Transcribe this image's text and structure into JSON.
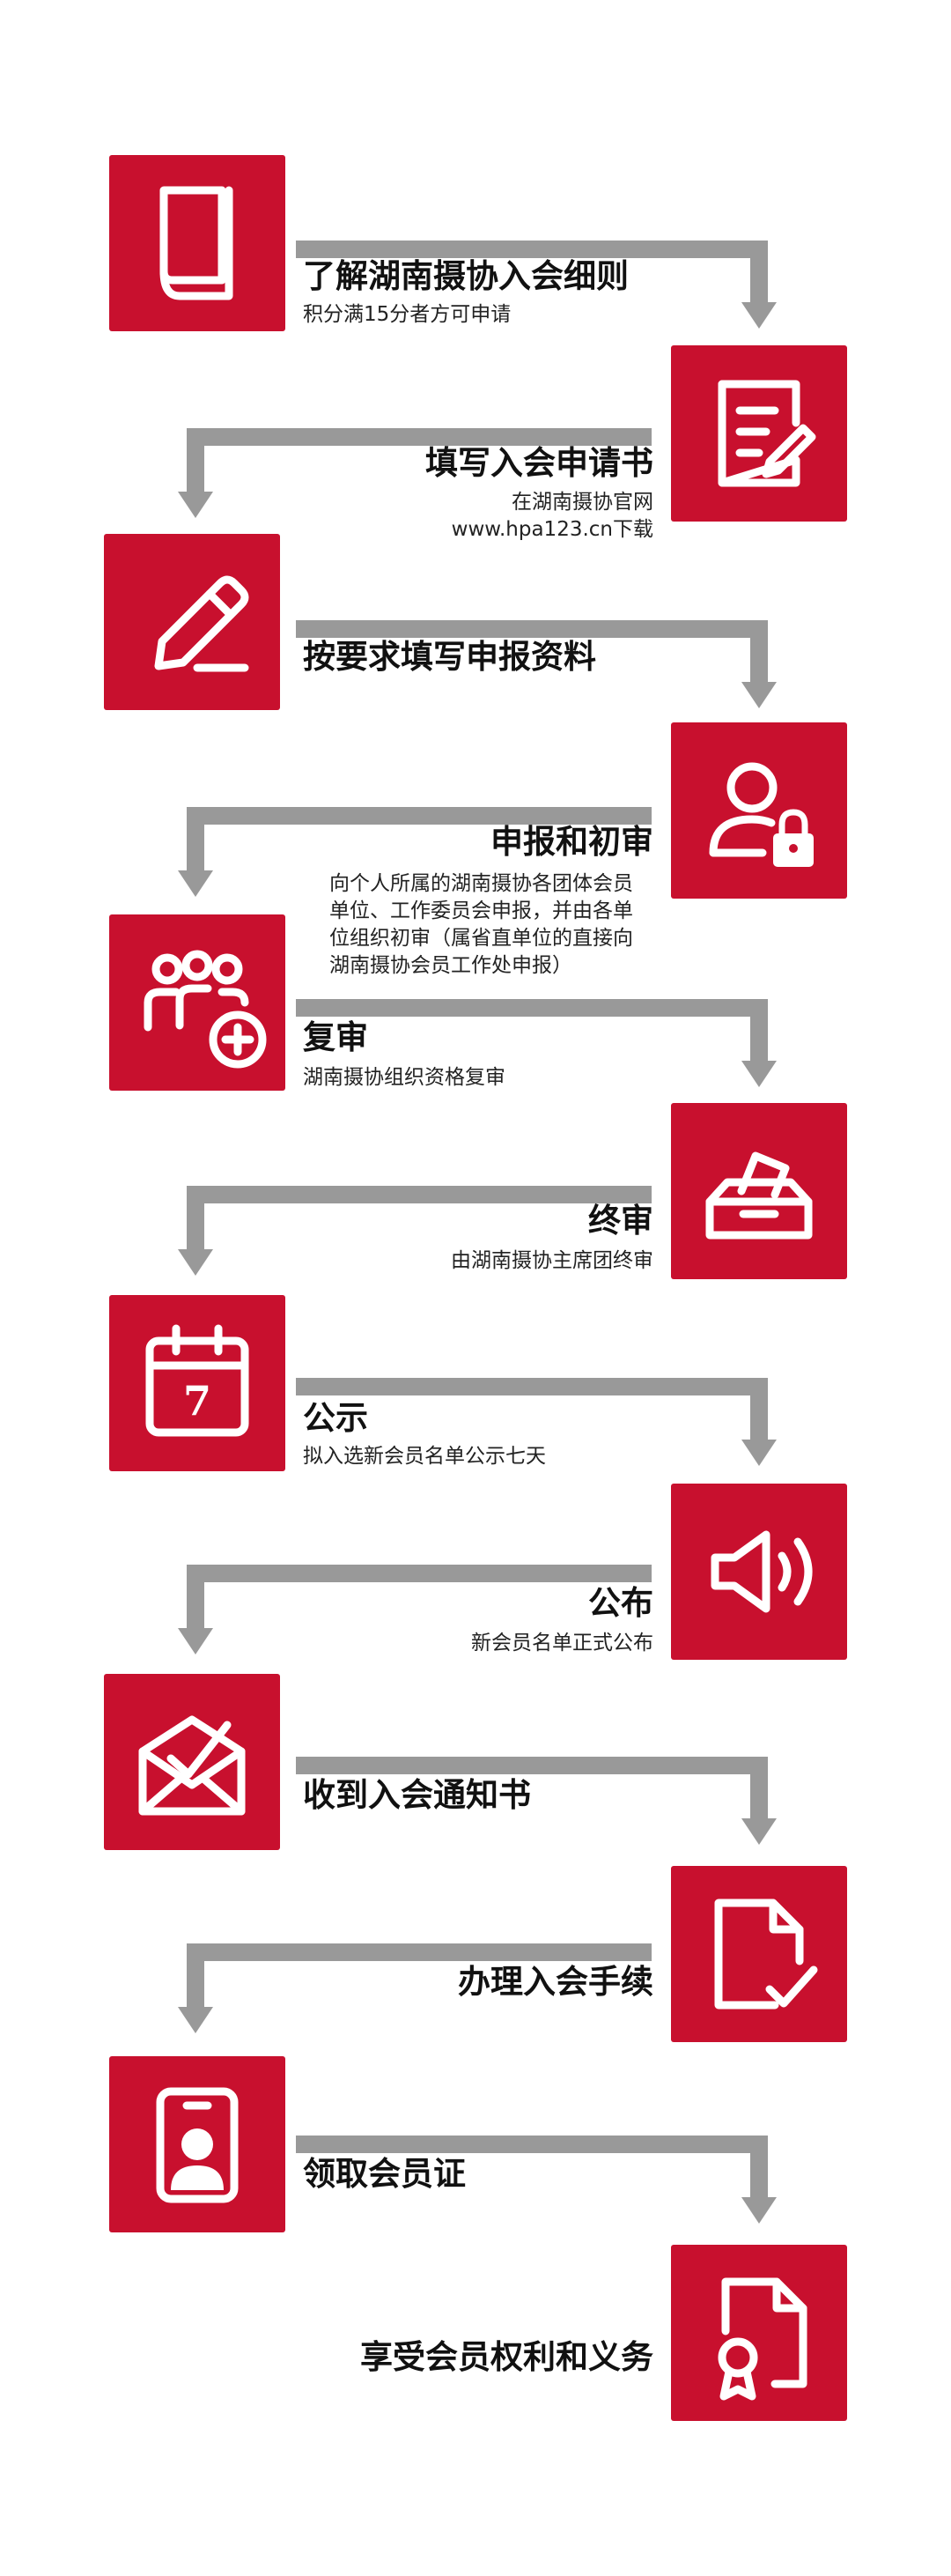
{
  "steps": [
    {
      "title": "了解湖南摄协入会细则",
      "desc": [
        "积分满15分者方可申请"
      ],
      "icon": "book-icon"
    },
    {
      "title": "填写入会申请书",
      "desc": [
        "在湖南摄协官网",
        "www.hpa123.cn下载"
      ],
      "icon": "form-edit-icon"
    },
    {
      "title": "按要求填写申报资料",
      "desc": [],
      "icon": "pencil-icon"
    },
    {
      "title": "申报和初审",
      "desc": [
        "向个人所属的湖南摄协各团体会员",
        "单位、工作委员会申报，并由各单",
        "位组织初审（属省直单位的直接向",
        "湖南摄协会员工作处申报）"
      ],
      "icon": "user-lock-icon"
    },
    {
      "title": "复审",
      "desc": [
        "湖南摄协组织资格复审"
      ],
      "icon": "group-add-icon"
    },
    {
      "title": "终审",
      "desc": [
        "由湖南摄协主席团终审"
      ],
      "icon": "ballot-box-icon"
    },
    {
      "title": "公示",
      "desc": [
        "拟入选新会员名单公示七天"
      ],
      "icon": "calendar-icon",
      "icon_text": "7"
    },
    {
      "title": "公布",
      "desc": [
        "新会员名单正式公布"
      ],
      "icon": "speaker-icon"
    },
    {
      "title": "收到入会通知书",
      "desc": [],
      "icon": "mail-check-icon"
    },
    {
      "title": "办理入会手续",
      "desc": [],
      "icon": "document-check-icon"
    },
    {
      "title": "领取会员证",
      "desc": [],
      "icon": "member-card-icon"
    },
    {
      "title": "享受会员权利和义务",
      "desc": [],
      "icon": "certificate-icon"
    }
  ],
  "colors": {
    "accent": "#c8102e",
    "connector": "#999999",
    "text": "#111111"
  }
}
